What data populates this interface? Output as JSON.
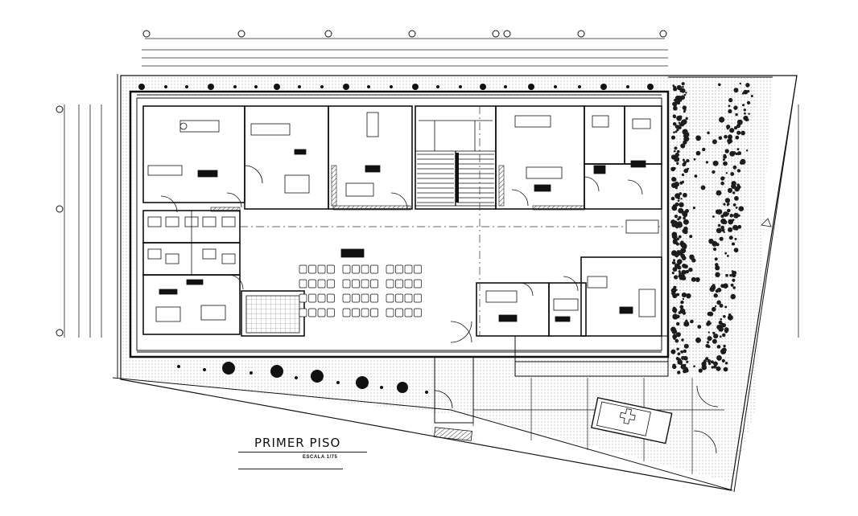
{
  "drawing": {
    "title": "PRIMER PISO",
    "scale": "ESCALA 1/75"
  },
  "waiting_area": {
    "rows": 4,
    "columns": 12
  },
  "colors": {
    "line": "#111111",
    "hatch": "#555555",
    "vegetation": "#1a1a1a"
  }
}
